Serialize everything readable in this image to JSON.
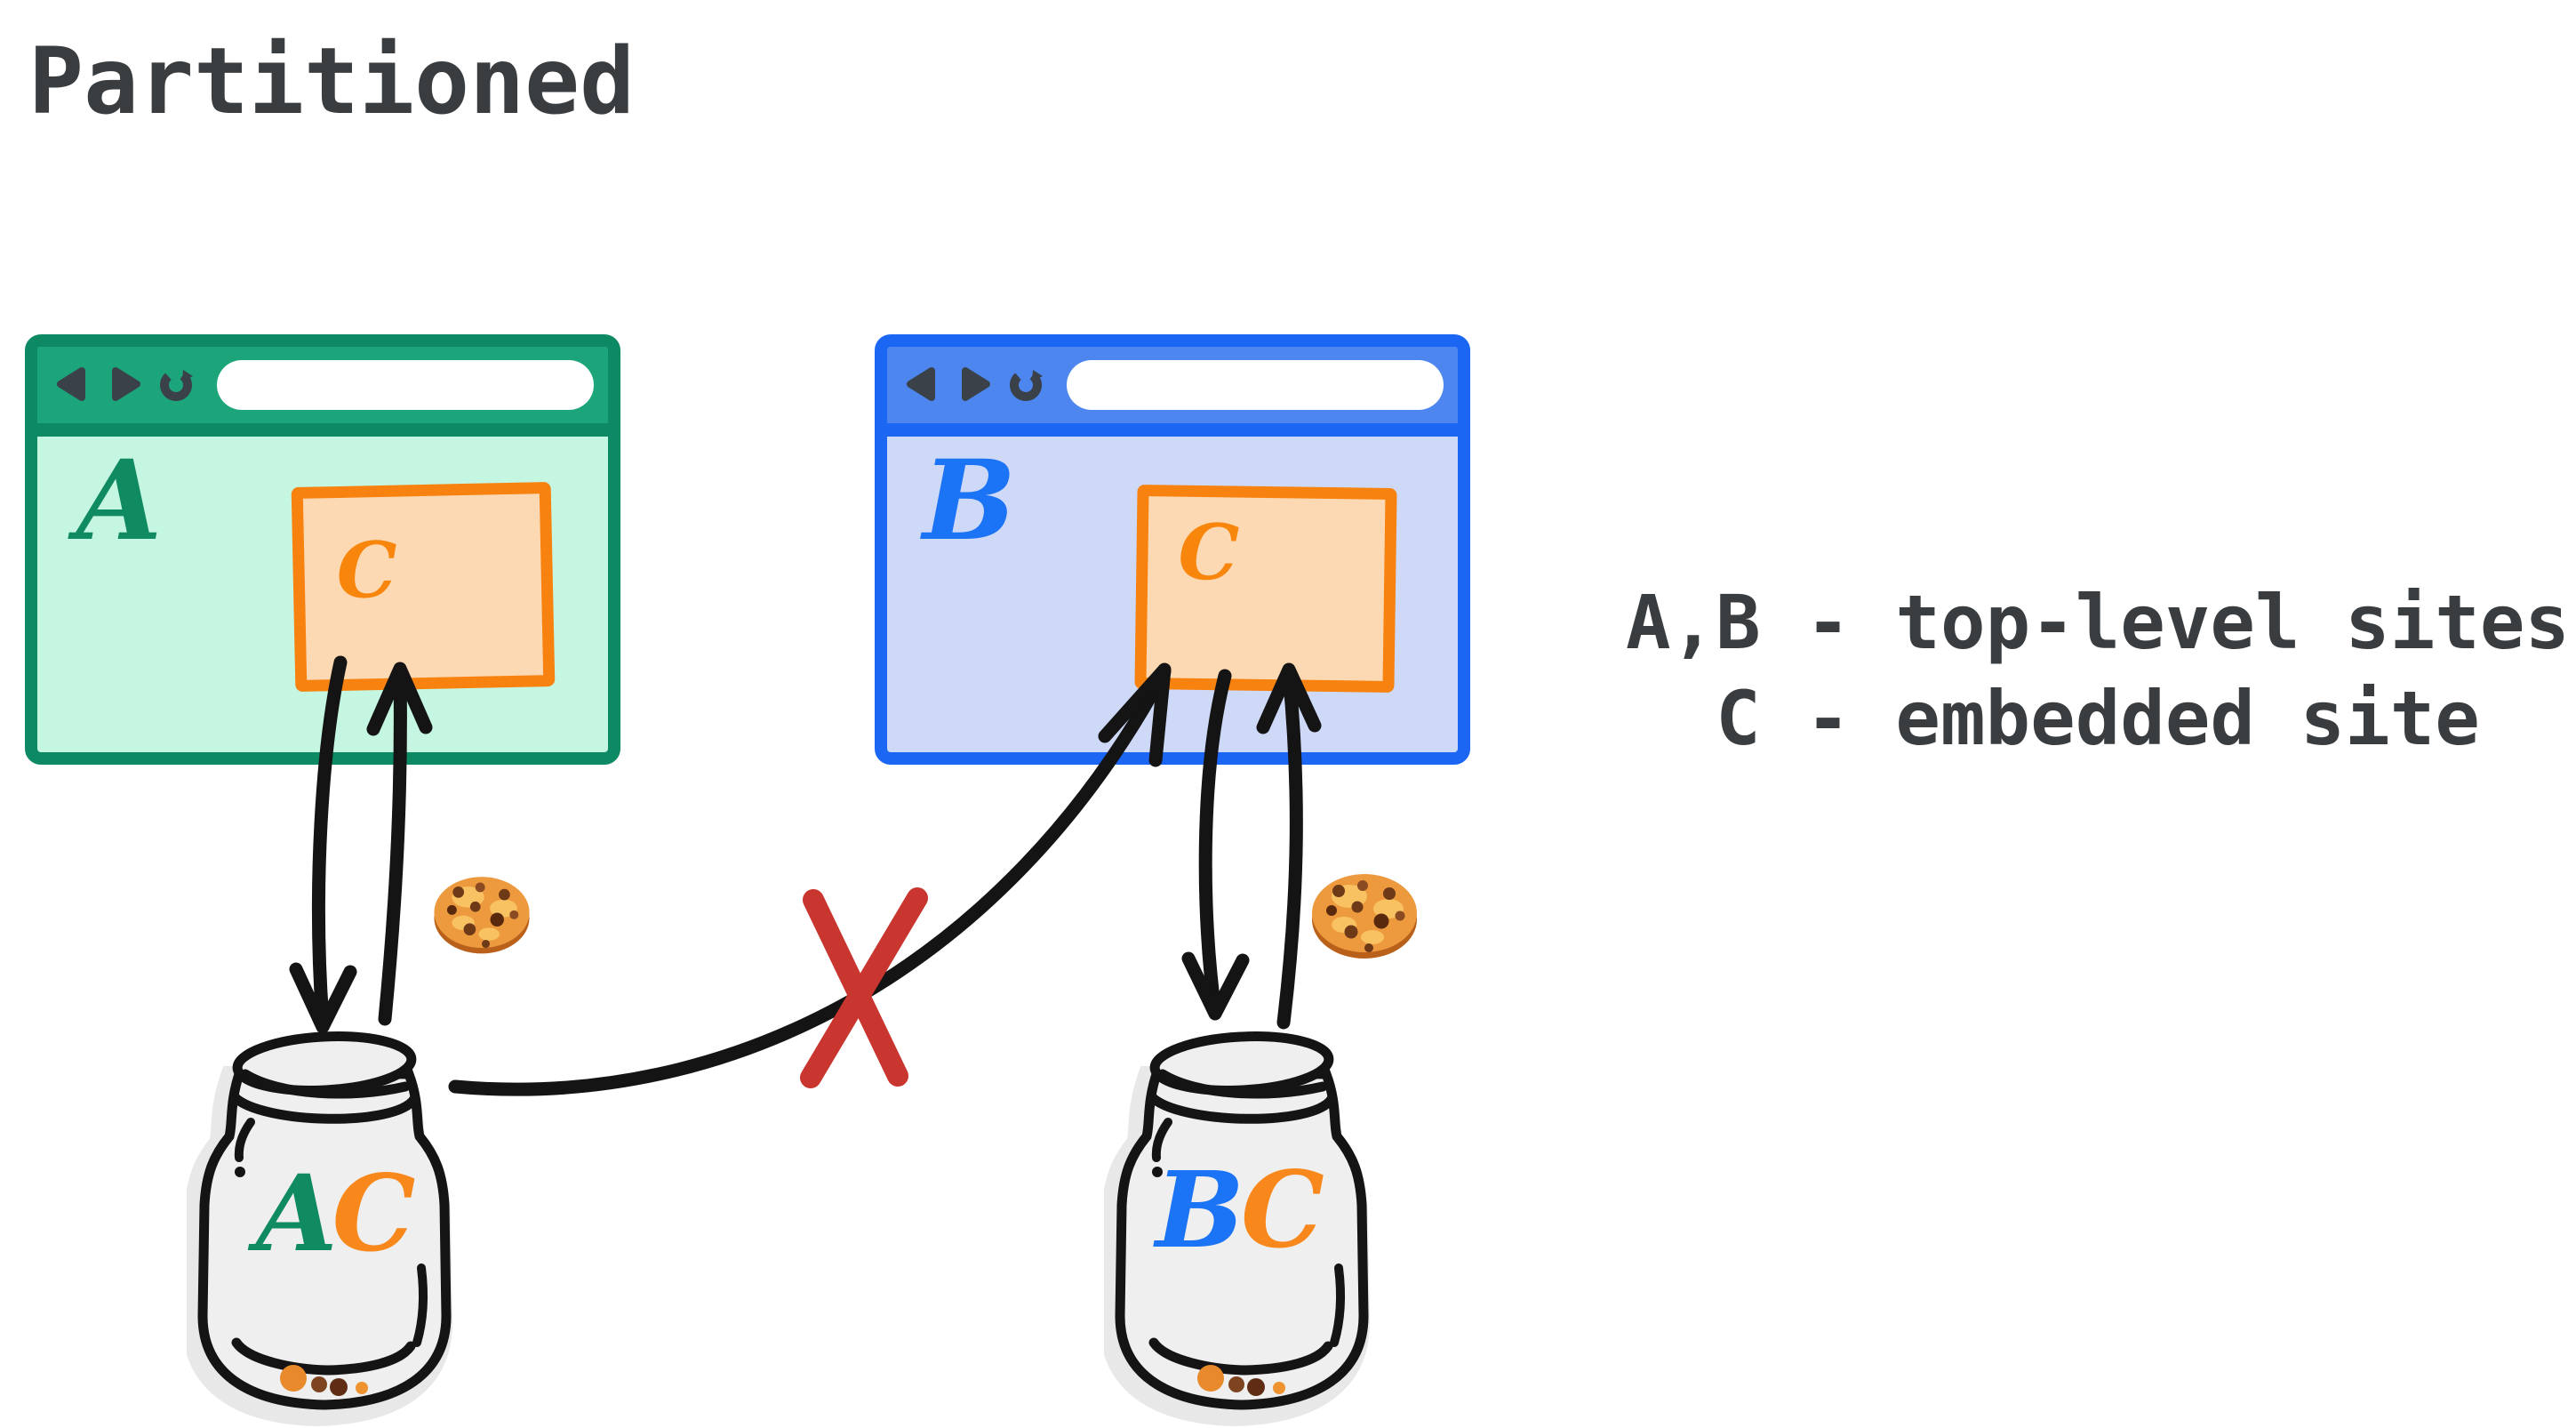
{
  "title": "Partitioned",
  "legend": {
    "line1": "A,B - top-level sites",
    "line2": "C - embedded site"
  },
  "browsers": [
    {
      "site": "A",
      "embedded": "C",
      "window_color": "#0d8a63",
      "toolbar_color": "#1ca57b",
      "page_color": "#c5f6e2",
      "site_label_color": "#108a60",
      "toolbar_icons": [
        "back-icon",
        "forward-icon",
        "reload-icon"
      ],
      "url_bar_value": ""
    },
    {
      "site": "B",
      "embedded": "C",
      "window_color": "#1b66f2",
      "toolbar_color": "#4d86ef",
      "page_color": "#cdd9f7",
      "site_label_color": "#1b73f5",
      "toolbar_icons": [
        "back-icon",
        "forward-icon",
        "reload-icon"
      ],
      "url_bar_value": ""
    }
  ],
  "embedded_frame": {
    "border_color": "#f8820f",
    "fill_color": "#fdd9b3",
    "label_color": "#f8860d"
  },
  "jars": [
    {
      "letters": [
        {
          "char": "A",
          "color": "#108a60"
        },
        {
          "char": "C",
          "color": "#f8881c"
        }
      ]
    },
    {
      "letters": [
        {
          "char": "B",
          "color": "#1b73f5"
        },
        {
          "char": "C",
          "color": "#f8881c"
        }
      ]
    }
  ],
  "icons": {
    "cookie": "chocolate-chip-cookie-icon",
    "blocked": "red-cross-icon"
  },
  "annotation_colors": {
    "arrow": "#141414",
    "blocked_cross": "#c9352f",
    "text": "#3a3d3f"
  }
}
